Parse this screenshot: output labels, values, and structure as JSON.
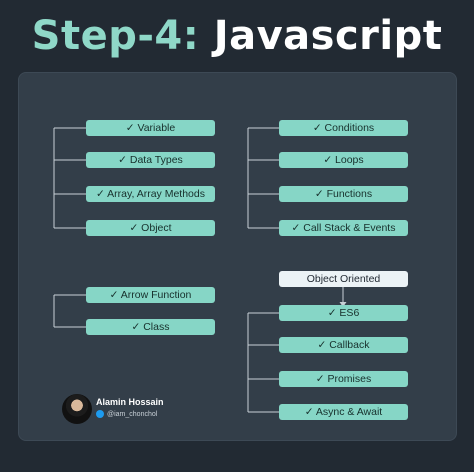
{
  "title": {
    "part1": "Step-4:",
    "part2": "Javascript"
  },
  "groups": {
    "basics": [
      "✓ Variable",
      "✓ Data Types",
      "✓ Array, Array Methods",
      "✓ Object"
    ],
    "control": [
      "✓ Conditions",
      "✓ Loops",
      "✓ Functions",
      "✓ Call Stack & Events"
    ],
    "functions": [
      "✓ Arrow Function",
      "✓ Class"
    ],
    "oop": {
      "header": "Object Oriented",
      "items": [
        "✓ ES6",
        "✓ Callback",
        "✓ Promises",
        "✓ Async & Await"
      ]
    }
  },
  "author": {
    "name": "Alamin Hossain",
    "handle": "@iam_chonchol"
  },
  "colors": {
    "accent": "#86d6c6",
    "background": "#222a33",
    "card": "#333e49",
    "line": "#c8d0d6"
  }
}
